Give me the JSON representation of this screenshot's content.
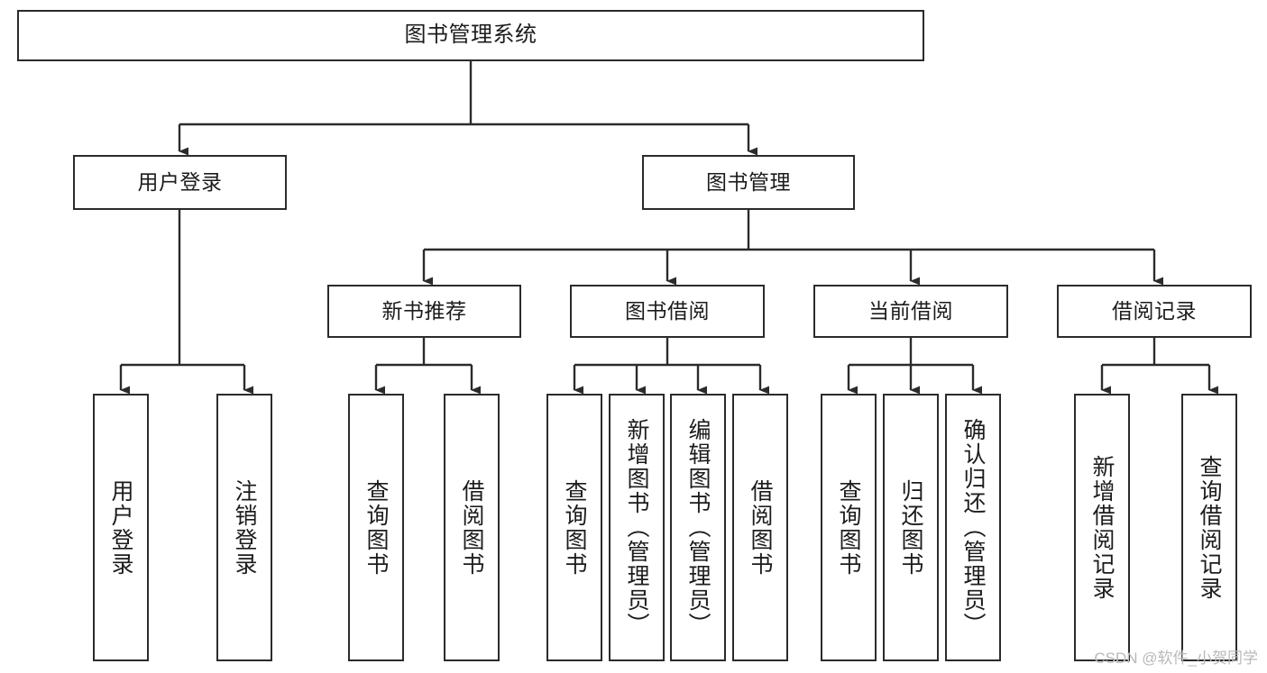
{
  "diagram": {
    "type": "tree-hierarchy",
    "title": "图书管理系统",
    "orientation": "top-down",
    "colors": {
      "box_border": "#2b2b2b",
      "box_fill": "#ffffff",
      "edge": "#2b2b2b",
      "text": "#1c1c1c",
      "watermark": "#b9b9b9",
      "background": "#ffffff"
    }
  },
  "nodes": {
    "root": {
      "label": "图书管理系统",
      "level": 0
    },
    "level1": [
      {
        "id": "user-login",
        "label": "用户登录"
      },
      {
        "id": "book-management",
        "label": "图书管理"
      }
    ],
    "level2": [
      {
        "id": "new-book-recommend",
        "label": "新书推荐"
      },
      {
        "id": "book-borrow",
        "label": "图书借阅"
      },
      {
        "id": "current-borrow",
        "label": "当前借阅"
      },
      {
        "id": "borrow-record",
        "label": "借阅记录"
      }
    ],
    "leaves": {
      "user-login": [
        {
          "id": "leaf-user-login",
          "label": "用户登录"
        },
        {
          "id": "leaf-logout",
          "label": "注销登录"
        }
      ],
      "new-book-recommend": [
        {
          "id": "leaf-query-book-1",
          "label": "查询图书"
        },
        {
          "id": "leaf-borrow-book-1",
          "label": "借阅图书"
        }
      ],
      "book-borrow": [
        {
          "id": "leaf-query-book-2",
          "label": "查询图书"
        },
        {
          "id": "leaf-add-book",
          "label": "新增图书（管理员）"
        },
        {
          "id": "leaf-edit-book",
          "label": "编辑图书（管理员）"
        },
        {
          "id": "leaf-borrow-book-2",
          "label": "借阅图书"
        }
      ],
      "current-borrow": [
        {
          "id": "leaf-query-book-3",
          "label": "查询图书"
        },
        {
          "id": "leaf-return-book",
          "label": "归还图书"
        },
        {
          "id": "leaf-confirm-return",
          "label": "确认归还（管理员）"
        }
      ],
      "borrow-record": [
        {
          "id": "leaf-add-record",
          "label": "新增借阅记录"
        },
        {
          "id": "leaf-query-record",
          "label": "查询借阅记录"
        }
      ]
    }
  },
  "watermark": {
    "text": "CSDN @软件_小贺同学"
  }
}
